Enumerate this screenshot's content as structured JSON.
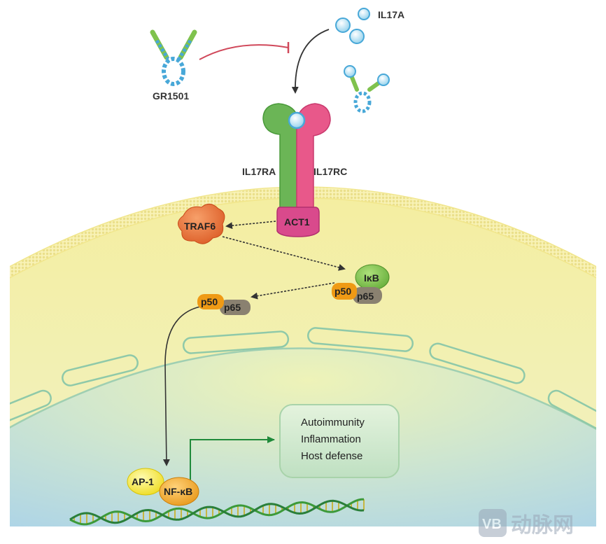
{
  "labels": {
    "antibody": "GR1501",
    "ligand": "IL17A",
    "receptor_a": "IL17RA",
    "receptor_c": "IL17RC",
    "adaptor": "ACT1",
    "traf": "TRAF6",
    "ikb": "IκB",
    "p50_bound": "p50",
    "p65_bound": "p65",
    "p50_free": "p50",
    "p65_free": "p65",
    "ap1": "AP-1",
    "nfkb": "NF-κB"
  },
  "outcomes": [
    "Autoimmunity",
    "Inflammation",
    "Host defense"
  ],
  "watermark": {
    "logo": "VB",
    "text": "动脉网"
  },
  "colors": {
    "cytoplasm": "#f6f0a4",
    "nucleus": "#bcdbe6",
    "il17ra": "#5cae4a",
    "il17rc": "#e0457a",
    "act1": "#d2357c",
    "traf6": "#e36a2c",
    "ikb": "#74b83e",
    "p50": "#ef9a15",
    "p65": "#8a8170",
    "ap1": "#f2e51a",
    "nfkb": "#f0a21b",
    "inhibit": "#d0485a",
    "outcome_box": "#cfe8cd",
    "outcome_arrow": "#1f8a3a"
  }
}
